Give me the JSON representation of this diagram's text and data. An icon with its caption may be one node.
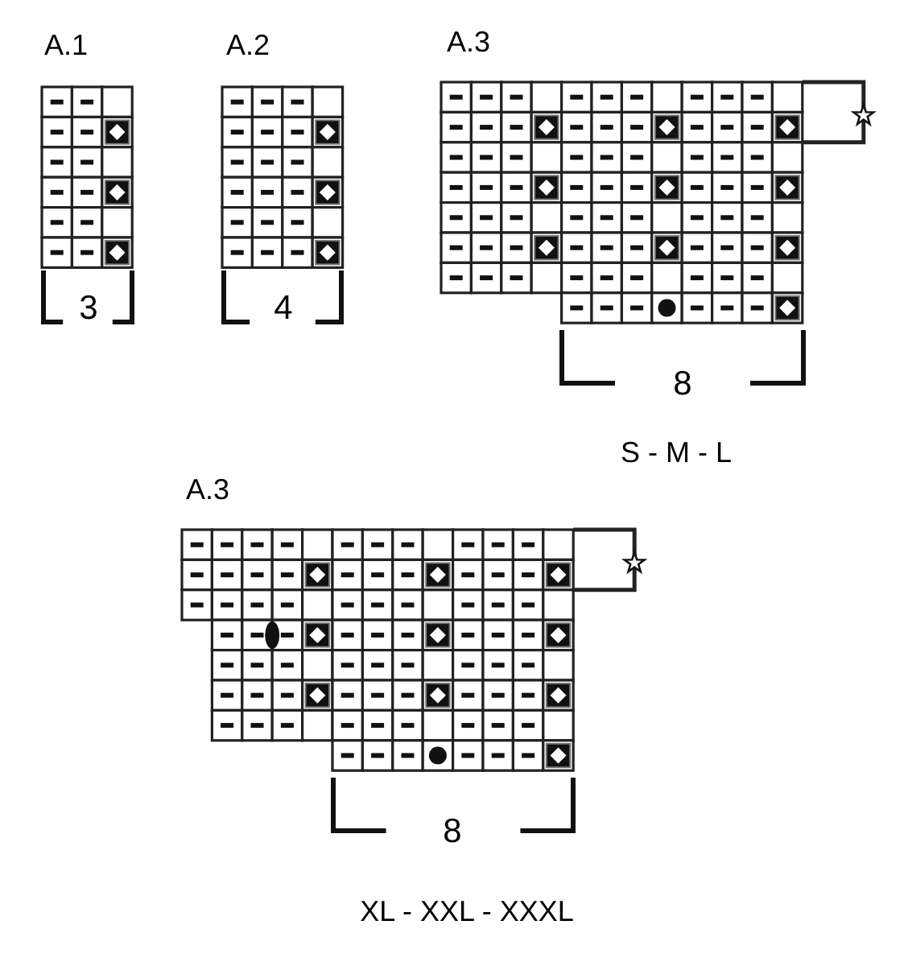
{
  "diagram": {
    "labels": [
      "A.1",
      "A.2",
      "A.3",
      "3",
      "4",
      "8",
      "S - M - L",
      "A.3",
      "8",
      "XL - XXL - XXXL"
    ]
  }
}
